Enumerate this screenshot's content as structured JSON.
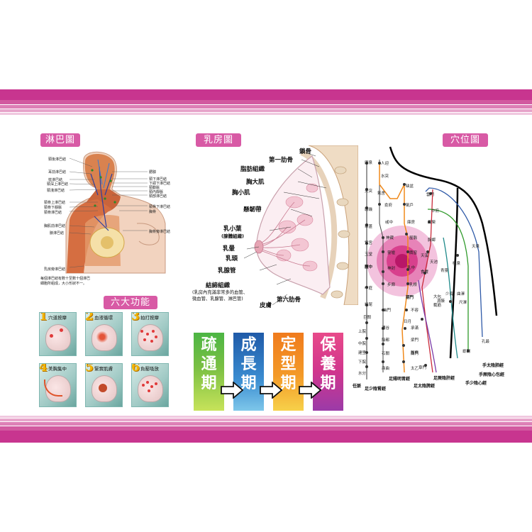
{
  "colors": {
    "magenta": "#c8358f",
    "stripe_light": "#e7b1d2",
    "badge_pink": "#d85aa5",
    "phase1": "#49b043",
    "phase2": "#2b6eb5",
    "phase3": "#f08a1c",
    "phase4": "#e84b8a"
  },
  "lymph": {
    "title": "淋巴圖",
    "left_labels": [
      "頸後淋巴結",
      "耳前淋巴結",
      "枕淋巴結",
      "頸深上淋巴結",
      "頸淺淋巴結",
      "頸骨上淋巴結",
      "頸骨下靜脈",
      "頸骨淋巴結",
      "胸肌前淋巴結",
      "腋淋巴結"
    ],
    "right_labels": [
      "腮腺",
      "頸下淋巴結",
      "下頜下淋巴結",
      "頸動脈",
      "頸內靜脈",
      "頸部淋巴結",
      "頸骨下淋巴結",
      "胸骨",
      "胸骨旁淋巴結"
    ],
    "bottom_label": "乳房旁淋巴結",
    "note": "每個淋巴結有數十至數十個淋巴細胞所組成，大小形狀不一。"
  },
  "six_functions": {
    "title": "六大功能",
    "items": [
      {
        "num": "1",
        "label": "穴道按摩"
      },
      {
        "num": "2",
        "label": "血液循環"
      },
      {
        "num": "3",
        "label": "拍打按摩"
      },
      {
        "num": "4",
        "label": "美胸集中"
      },
      {
        "num": "5",
        "label": "緊實肌膚"
      },
      {
        "num": "6",
        "label": "負壓吸放"
      }
    ]
  },
  "breast": {
    "title": "乳房圖",
    "labels": {
      "clavicle": "鎖骨",
      "rib1": "第一肋骨",
      "fat": "脂肪組織",
      "pec_major": "胸大肌",
      "pec_minor": "胸小肌",
      "ligament": "懸韌帶",
      "lobule": "乳小葉",
      "lobule_sub": "(腺體組織)",
      "areola": "乳暈",
      "nipple": "乳頭",
      "duct": "乳腺管",
      "connective": "結締組織",
      "connective_sub1": "(乳房內充滿非常多的血管、",
      "connective_sub2": "微血管、乳腺管、淋巴管)",
      "skin": "皮膚",
      "rib6": "第六肋骨"
    }
  },
  "phases": [
    {
      "text": "疏通期"
    },
    {
      "text": "成長期"
    },
    {
      "text": "定型期"
    },
    {
      "text": "保養期"
    }
  ],
  "acupoints": {
    "title": "穴位圖",
    "meridians": [
      "手太陰肺經",
      "手厥陰心包經",
      "手少陰心經",
      "足厥陰肝經",
      "足太陰脾經",
      "足陽明胃經",
      "足少陰腎經",
      "任脈"
    ],
    "points_left": [
      "廉泉",
      "天突",
      "璇璣",
      "華蓋",
      "紫宮",
      "玉堂",
      "膻中",
      "中庭",
      "鳩尾",
      "巨闕",
      "上脘",
      "中脘",
      "建里",
      "下脘",
      "水分"
    ],
    "points_mid": [
      "人迎",
      "水突",
      "氣舍",
      "俞府",
      "彧中",
      "神藏",
      "靈墟",
      "神封",
      "步廊",
      "幽門",
      "通谷",
      "陰都",
      "石關",
      "商曲"
    ],
    "points_right": [
      "缺盆",
      "氣戶",
      "庫房",
      "屋翳",
      "膺窗",
      "乳中",
      "乳根",
      "不容",
      "承滿",
      "梁門",
      "關門",
      "太乙"
    ],
    "points_chest": [
      "雲門",
      "中府",
      "周榮",
      "胸鄉",
      "天溪",
      "食竇",
      "天池",
      "天泉",
      "極泉",
      "青靈",
      "少海",
      "曲澤",
      "尺澤",
      "孔最",
      "郄門",
      "期門",
      "日月",
      "腹哀",
      "章門",
      "大包",
      "淵腋",
      "輒筋"
    ],
    "center": [
      "膻中",
      "乳中",
      "天池",
      "乳根",
      "天溪",
      "神封",
      "靈墟",
      "步廊",
      "期門"
    ]
  }
}
